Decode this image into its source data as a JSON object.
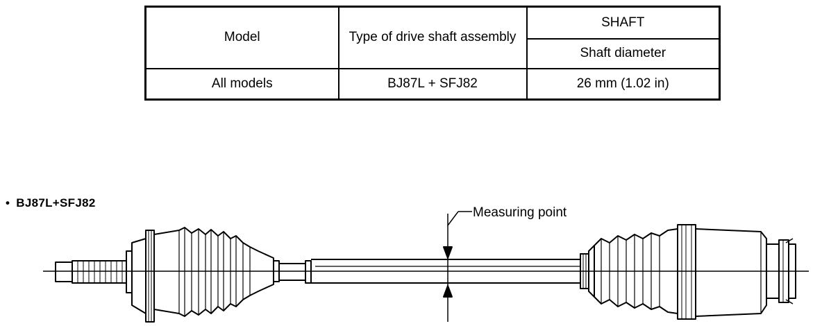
{
  "table": {
    "headers": {
      "model": "Model",
      "type": "Type of drive shaft assembly",
      "shaft_group": "SHAFT",
      "shaft_diameter": "Shaft diameter"
    },
    "rows": [
      {
        "model": "All models",
        "type": "BJ87L + SFJ82",
        "diameter": "26 mm (1.02 in)"
      }
    ]
  },
  "diagram": {
    "caption_bullet": "•",
    "caption": "BJ87L+SFJ82",
    "measuring_point_label": "Measuring point"
  }
}
